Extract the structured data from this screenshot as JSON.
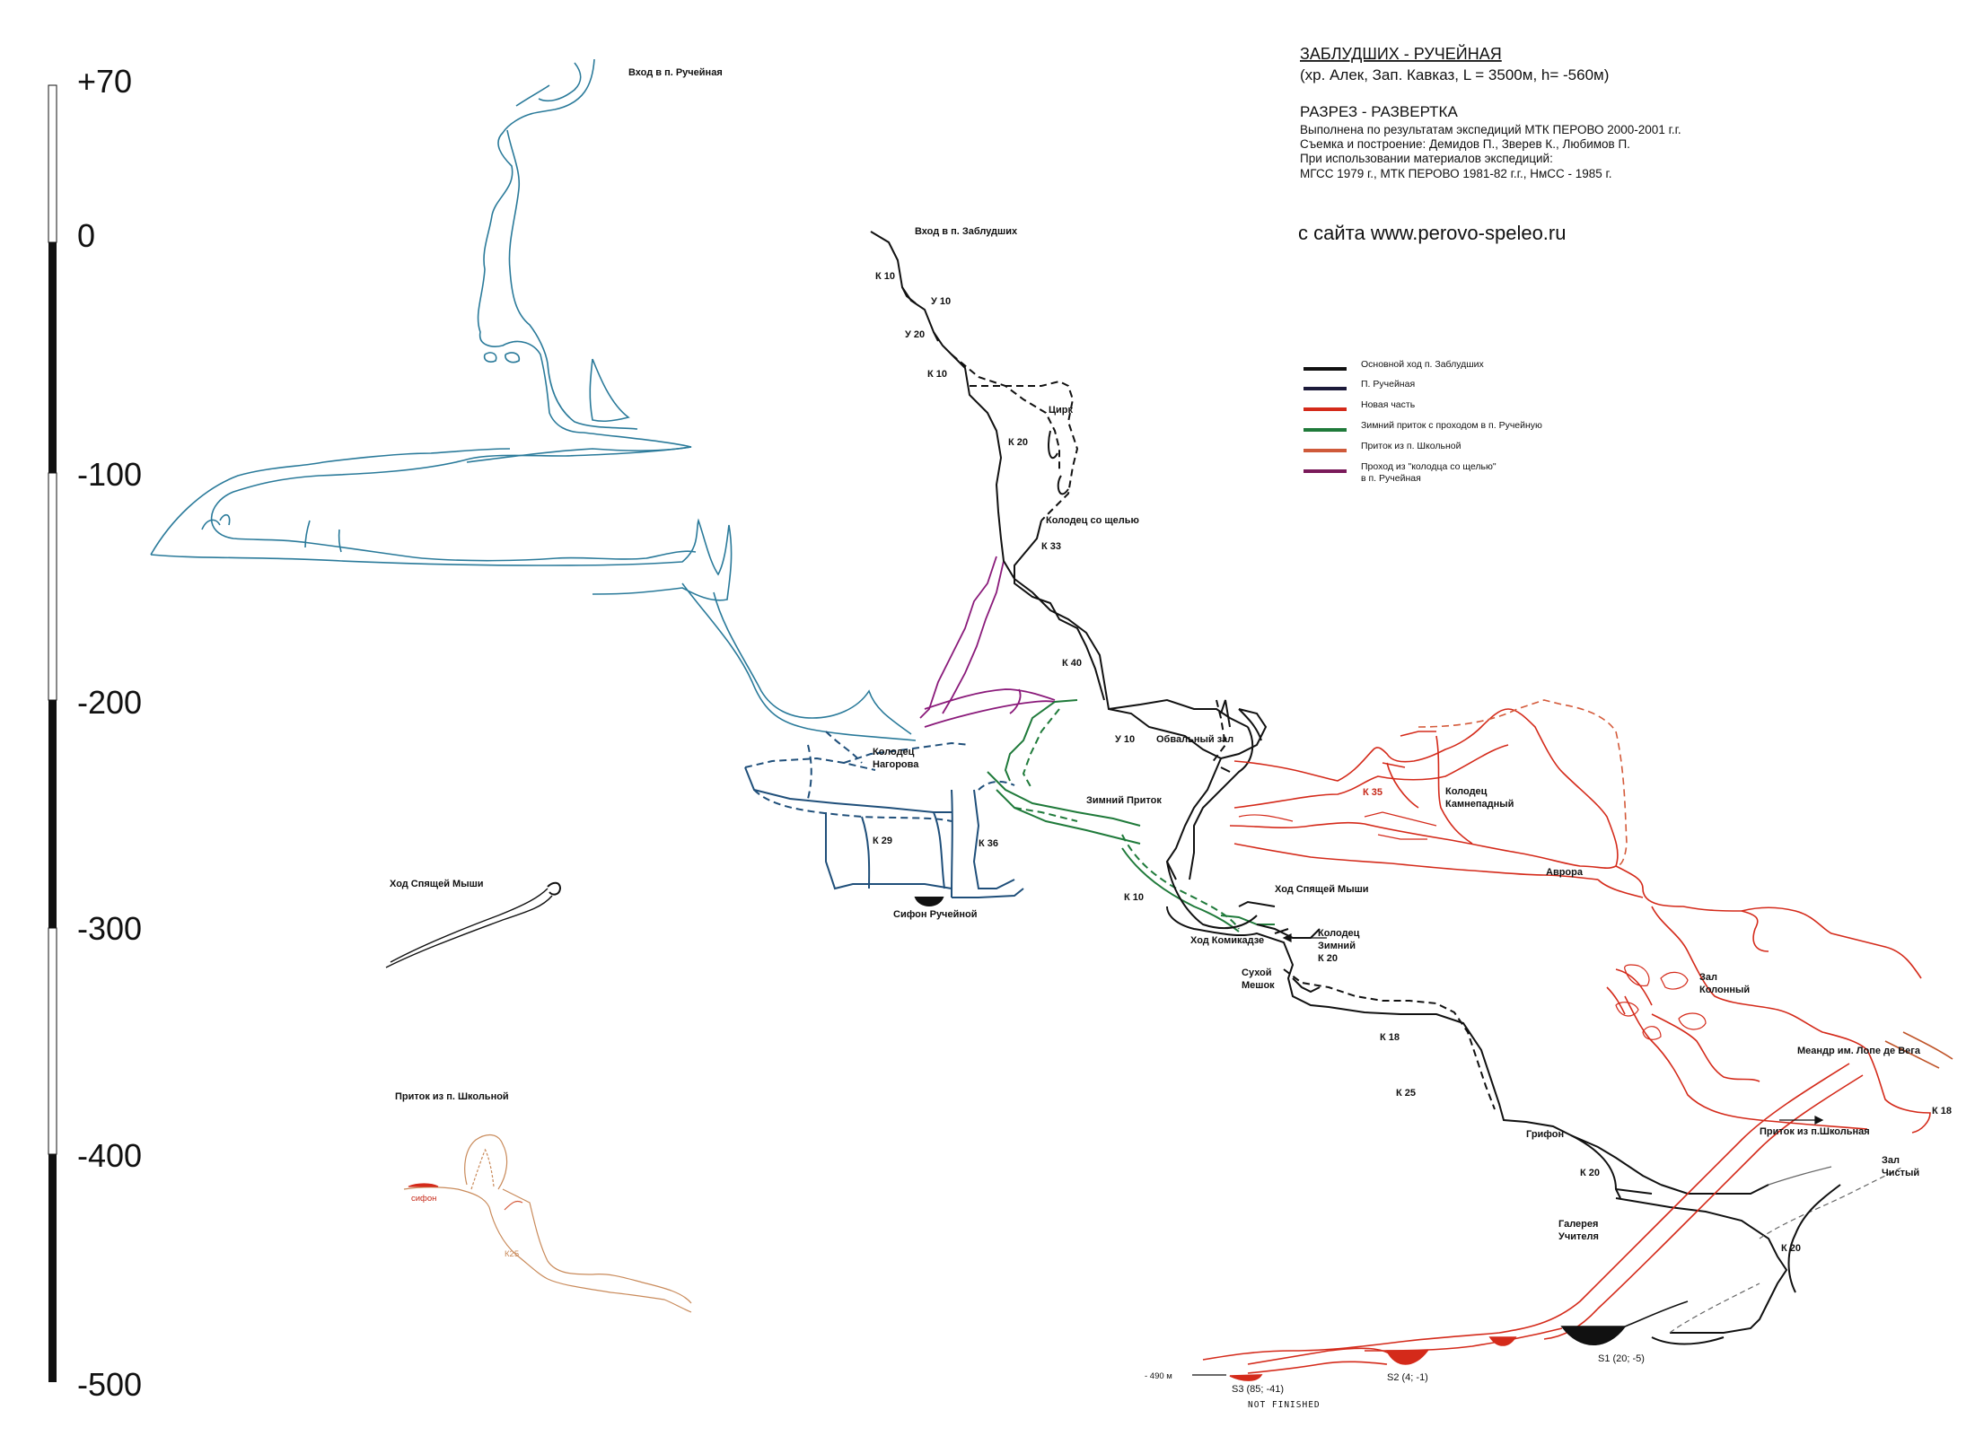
{
  "header": {
    "title": "ЗАБЛУДШИХ - РУЧЕЙНАЯ",
    "subtitle": "(хр. Алек, Зап. Кавказ, L = 3500м, h= -560м)",
    "section_title": "РАЗРЕЗ - РАЗВЕРТКА",
    "lines": [
      "Выполнена по результатам экспедиций МТК ПЕРОВО 2000-2001 г.г.",
      "Съемка и построение: Демидов П., Зверев К., Любимов П.",
      "При использовании материалов экспедиций:",
      "МГСС 1979 г., МТК ПЕРОВО 1981-82 г.г., НмСС - 1985 г."
    ],
    "site": "с сайта www.perovo-speleo.ru"
  },
  "scale": {
    "ticks": [
      {
        "value": 70,
        "label": "+70"
      },
      {
        "value": 0,
        "label": "0"
      },
      {
        "value": -100,
        "label": "-100"
      },
      {
        "value": -200,
        "label": "-200"
      },
      {
        "value": -300,
        "label": "-300"
      },
      {
        "value": -400,
        "label": "-400"
      },
      {
        "value": -500,
        "label": "-500"
      }
    ]
  },
  "legend": [
    {
      "label": "Основной ход п. Заблудших",
      "color": "#111111"
    },
    {
      "label": "П. Ручейная",
      "color": "#1c1a3a"
    },
    {
      "label": "Новая часть",
      "color": "#d42a1a"
    },
    {
      "label": "Зимний приток с проходом в п. Ручейную",
      "color": "#1f7a3a"
    },
    {
      "label": "Приток из п. Школьной",
      "color": "#cf5a3a"
    },
    {
      "label": "Проход из \"колодца со щелью\"",
      "label2": "в п. Ручейная",
      "color": "#7a1a5a"
    }
  ],
  "colors": {
    "main": "#111111",
    "ruch": "#2a7a9a",
    "ruch_dark": "#1f4f7a",
    "new": "#d42a1a",
    "winter": "#1f7a3a",
    "school": "#c98a5a",
    "passage": "#8a1a7a"
  },
  "labels": {
    "entrance_ruch": "Вход в п. Ручейная",
    "entrance_zabl": "Вход в п. Заблудших",
    "k10a": "К 10",
    "u10a": "У 10",
    "u20": "У 20",
    "k10b": "К 10",
    "cirk": "Цирк",
    "k20a": "К 20",
    "kol_shel": "Колодец со щелью",
    "k33": "К 33",
    "k40": "К 40",
    "u10b": "У 10",
    "obval": "Обвальный зал",
    "kol_nag1": "Колодец",
    "kol_nag2": "Нагорова",
    "zim_pr": "Зимний Приток",
    "k29": "К 29",
    "k36": "К 36",
    "sifon_ruch": "Сифон Ручейной",
    "k35": "К 35",
    "kol_kam1": "Колодец",
    "kol_kam2": "Камнепадный",
    "avrora": "Аврора",
    "hod_sp_arrow": "Ход Спящей Мыши",
    "k10c": "К 10",
    "kol_zim1": "Колодец",
    "kol_zim2": "Зимний",
    "kol_zim3": "К 20",
    "hod_kom": "Ход Комикадзе",
    "suh1": "Сухой",
    "suh2": "Мешок",
    "zal_kol1": "Зал",
    "zal_kol2": "Колонный",
    "meandr": "Меандр им. Лопе де Вега",
    "k18a": "К 18",
    "k25": "К 25",
    "grifon": "Грифон",
    "k20b": "К 20",
    "pritok_school_arrow": "Приток из п.Школьная",
    "k18b": "К 18",
    "zal_ch1": "Зал",
    "zal_ch2": "Чистый",
    "gal1": "Галерея",
    "gal2": "Учителя",
    "k20c": "К 20",
    "hod_sp_title": "Ход Спящей Мыши",
    "pritok_title": "Приток из п. Школьной",
    "sifon_small": "сифон",
    "k25_small": "К25",
    "minus490": "- 490 м",
    "s3": "S3 (85;  -41)",
    "not_finished": "NOT  FINISHED",
    "s2": "S2 (4;  -1)",
    "s1": "S1 (20;  -5)"
  }
}
